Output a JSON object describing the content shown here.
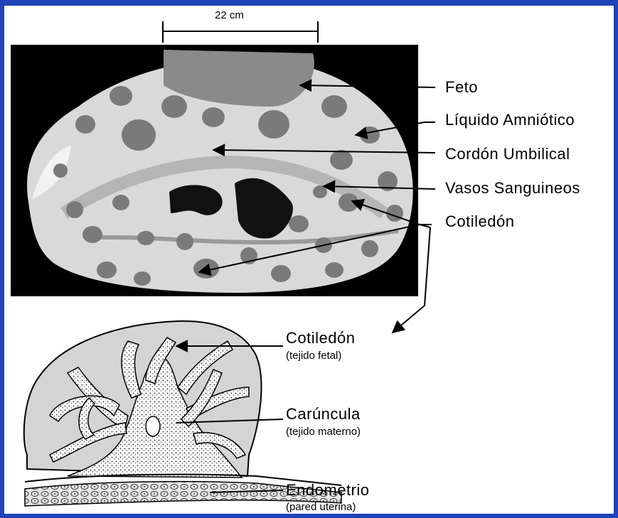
{
  "scale_label": "22 cm",
  "labels": {
    "feto": "Feto",
    "liquido": "Líquido Amniótico",
    "cordon": "Cordón Umbilical",
    "vasos": "Vasos Sanguineos",
    "cotiledon_top": "Cotiledón",
    "cotiledon_bottom": "Cotiledón",
    "tejido_fetal": "(tejido fetal)",
    "caruncula": "Carúncula",
    "tejido_materno": "(tejido materno)",
    "endometrio": "Endometrio",
    "pared_uterina": "(pared uterina)"
  },
  "colors": {
    "frame": "#1f43b8",
    "photo_background": "#000000",
    "tissue_light": "#d9d9d9",
    "cotyledon_dark": "#7a7a7a"
  }
}
